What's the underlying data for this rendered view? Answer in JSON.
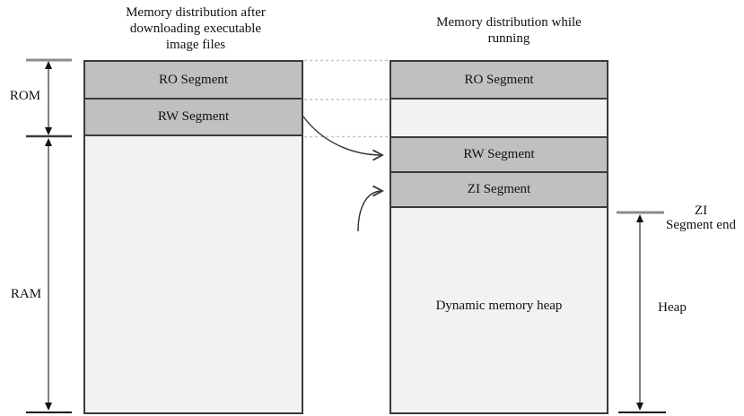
{
  "diagram": {
    "left_column": {
      "title_lines": [
        "Memory distribution after",
        "downloading executable",
        "image files"
      ],
      "segments": [
        {
          "label": "RO Segment"
        },
        {
          "label": "RW Segment"
        }
      ]
    },
    "right_column": {
      "title_lines": [
        "Memory distribution while",
        "running"
      ],
      "segments": [
        {
          "label": "RO Segment"
        },
        {
          "label": "RW Segment"
        },
        {
          "label": "ZI Segment"
        },
        {
          "label": "Dynamic memory heap"
        }
      ]
    },
    "brackets": {
      "rom_label": "ROM",
      "ram_label": "RAM",
      "heap_label": "Heap",
      "zi_end_lines": [
        "ZI",
        "Segment end"
      ]
    },
    "colors": {
      "segment_fill": "#c0c0c0",
      "box_fill": "#f2f2f2",
      "border": "#3a3a3a",
      "dash_line": "#c4c4c4",
      "tick_gray": "#8c8c8c",
      "arrow_line": "#4a4a4a"
    }
  }
}
